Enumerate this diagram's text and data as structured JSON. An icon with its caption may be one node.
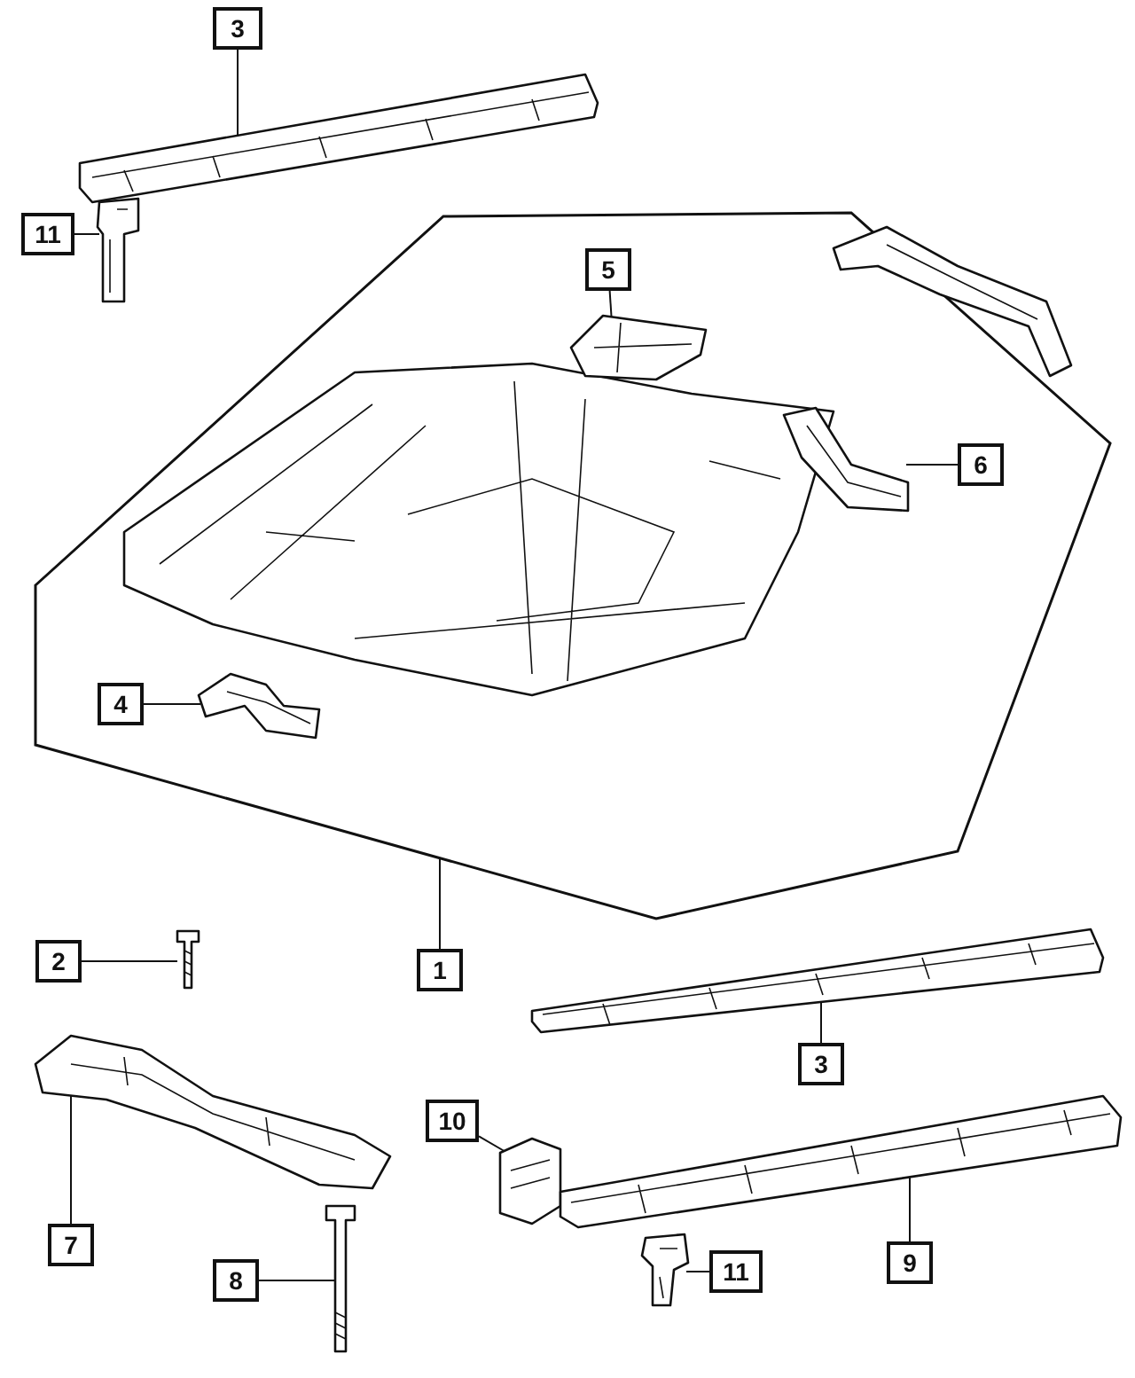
{
  "diagram": {
    "nodes": [
      {
        "text": [
          "3"
        ]
      },
      {
        "text": [
          "11"
        ]
      },
      {
        "text": [],
        "shape": "picture"
      },
      {
        "text": [],
        "shape": "picture"
      },
      {
        "text": [],
        "shape": "polygon"
      },
      {
        "text": [
          "5"
        ],
        "in": 4
      },
      {
        "text": [],
        "shape": "picture",
        "in": 4
      },
      {
        "text": [
          "6"
        ],
        "in": 4
      },
      {
        "text": [],
        "shape": "picture",
        "in": 4
      },
      {
        "text": [
          "4"
        ],
        "in": 4
      },
      {
        "text": [],
        "shape": "picture",
        "in": 4
      },
      {
        "text": [],
        "shape": "picture"
      },
      {
        "text": [
          "3"
        ]
      },
      {
        "text": [
          "2"
        ]
      },
      {
        "text": [],
        "shape": "picture"
      },
      {
        "text": [
          "1"
        ]
      },
      {
        "text": [
          "10"
        ]
      },
      {
        "text": [],
        "shape": "picture"
      },
      {
        "text": [],
        "shape": "picture"
      },
      {
        "text": [
          "9"
        ]
      },
      {
        "text": [],
        "shape": "picture"
      },
      {
        "text": [
          "7"
        ]
      },
      {
        "text": [
          "8"
        ]
      },
      {
        "text": [],
        "shape": "picture"
      },
      {
        "text": [],
        "shape": "picture"
      },
      {
        "text": [
          "11"
        ]
      }
    ],
    "edges": [
      {
        "from": 0,
        "to": 2,
        "arrow": "none"
      },
      {
        "from": 1,
        "to": 3,
        "arrow": "none"
      },
      {
        "from": 5,
        "to": 6,
        "arrow": "none"
      },
      {
        "from": 7,
        "to": 8,
        "arrow": "none"
      },
      {
        "from": 9,
        "to": 10,
        "arrow": "none"
      },
      {
        "from": 12,
        "to": 11,
        "arrow": "none"
      },
      {
        "from": 13,
        "to": 14,
        "arrow": "none"
      },
      {
        "from": 15,
        "to": 4,
        "arrow": "none"
      },
      {
        "from": 16,
        "to": 17,
        "arrow": "none"
      },
      {
        "from": 19,
        "to": 18,
        "arrow": "none"
      },
      {
        "from": 21,
        "to": 20,
        "arrow": "none"
      },
      {
        "from": 22,
        "to": 23,
        "arrow": "none"
      },
      {
        "from": 25,
        "to": 24,
        "arrow": "none"
      }
    ]
  }
}
